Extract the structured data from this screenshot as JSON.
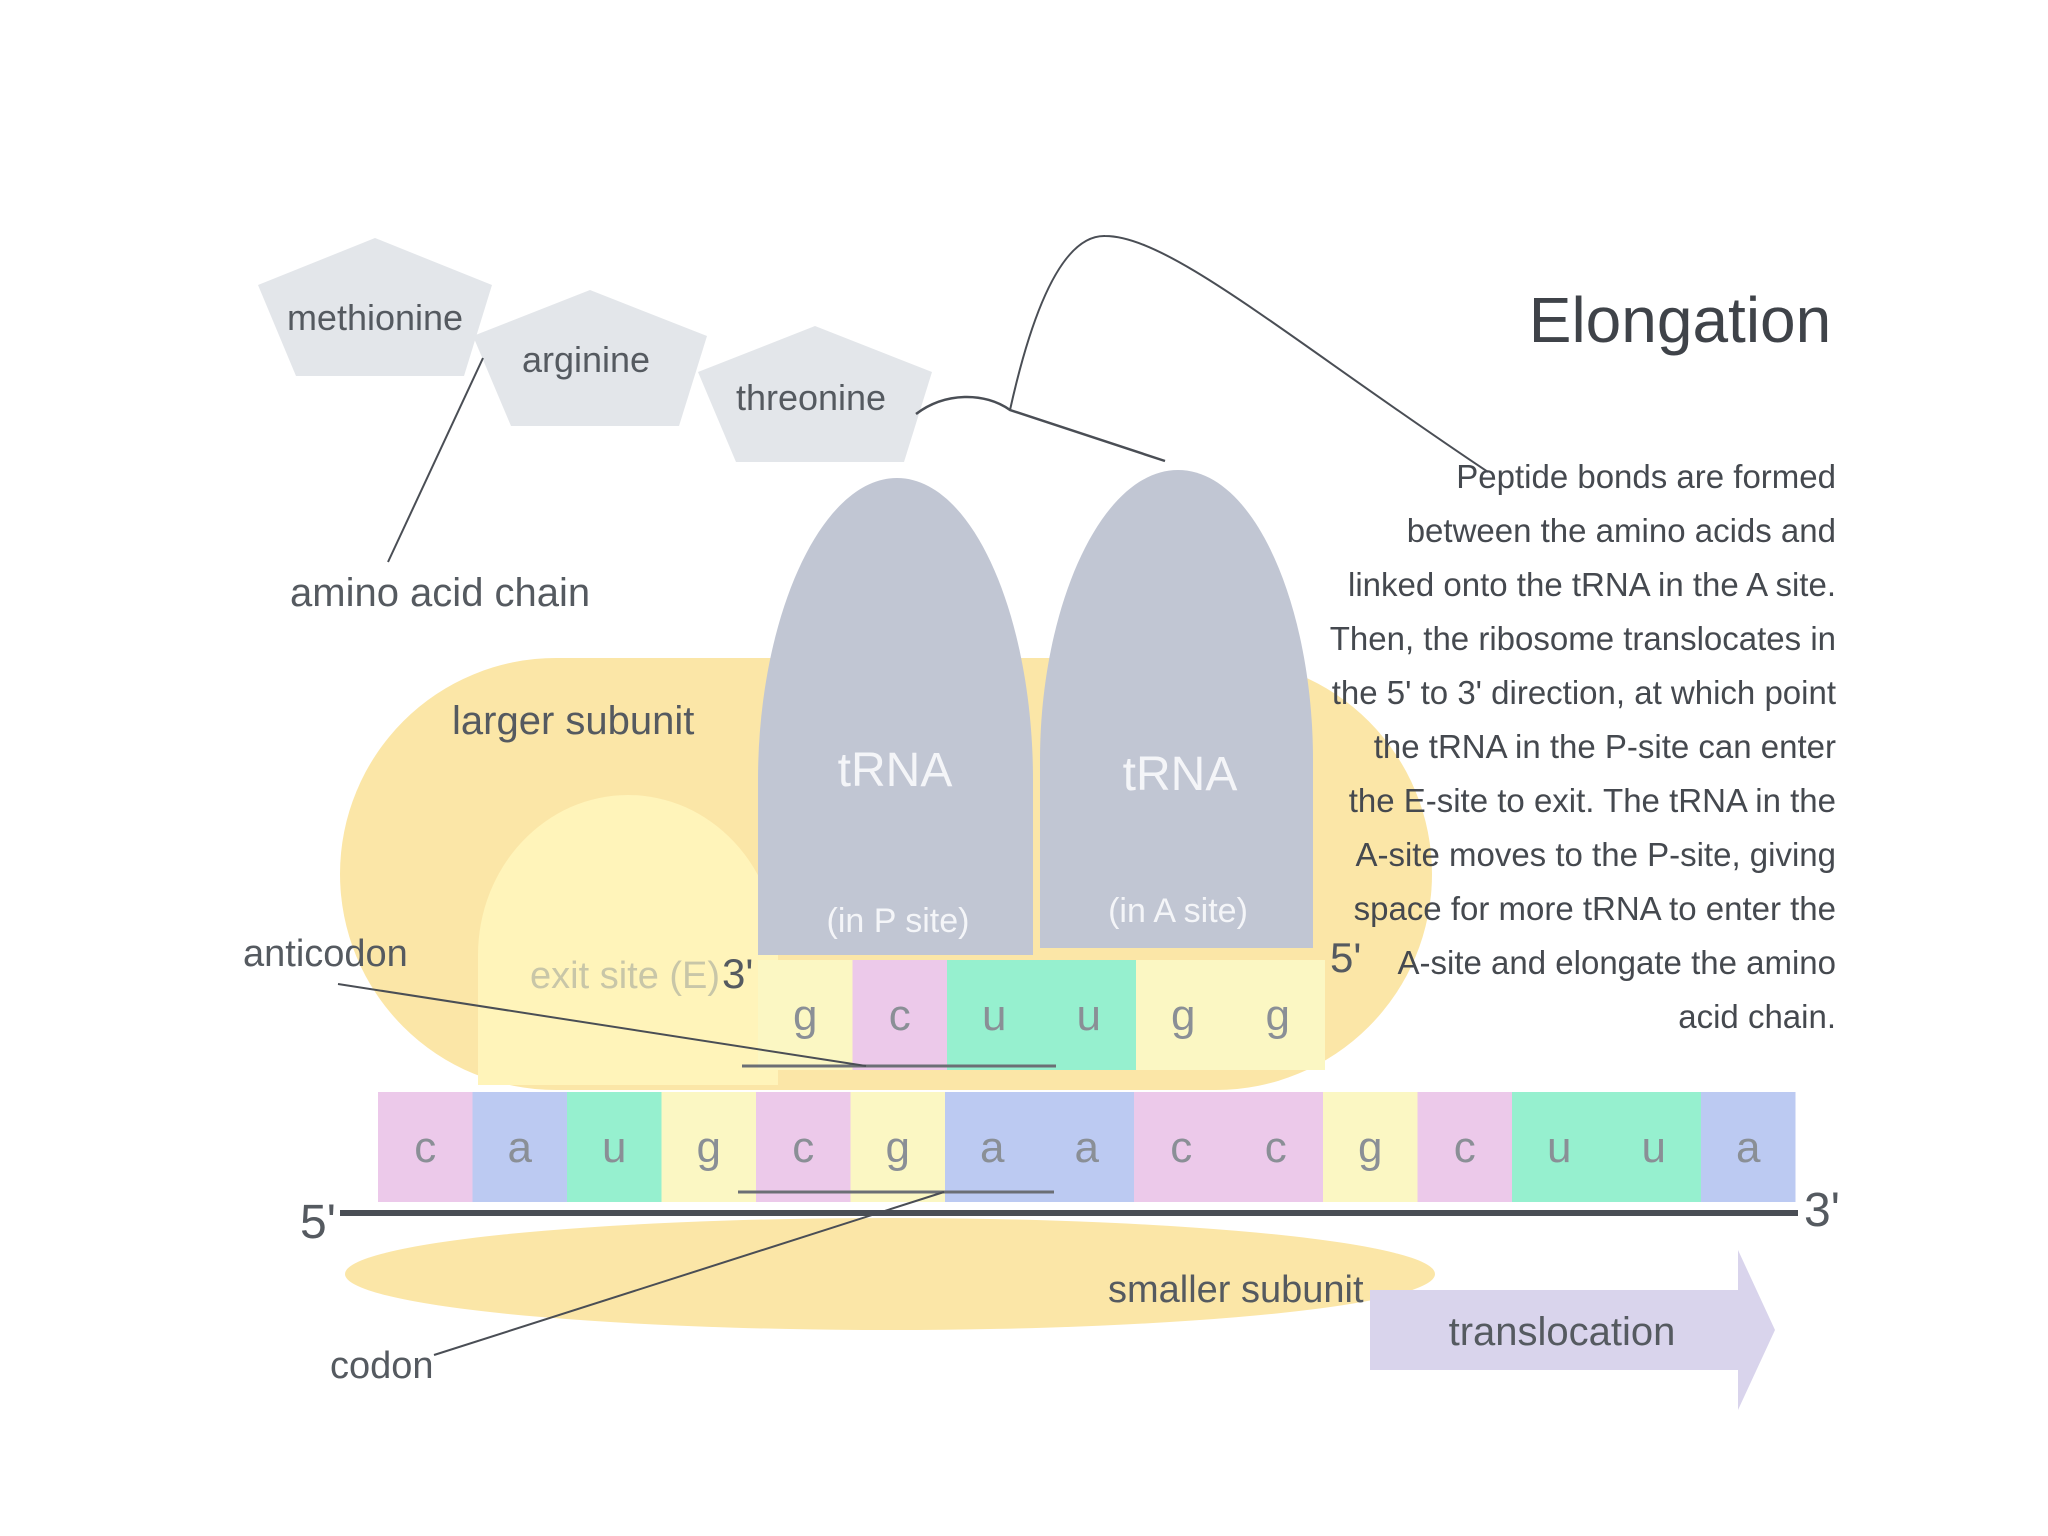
{
  "title": "Elongation",
  "description_lines": [
    "Peptide bonds are formed",
    "between the amino acids and",
    "linked onto the tRNA in the A site.",
    "Then, the ribosome translocates in",
    "the 5' to 3' direction, at which point",
    "the tRNA in the P-site can enter",
    "the E-site to exit. The tRNA in the",
    "A-site moves to the P-site, giving",
    "space for more tRNA to enter the",
    "A-site and elongate the amino",
    "acid chain."
  ],
  "amino_acids": [
    "methionine",
    "arginine",
    "threonine"
  ],
  "labels": {
    "amino_acid_chain": "amino acid chain",
    "larger_subunit": "larger subunit",
    "exit_site": "exit site (E)",
    "anticodon": "anticodon",
    "codon": "codon",
    "smaller_subunit": "smaller subunit",
    "translocation": "translocation",
    "trna_p": "tRNA",
    "trna_p_sub": "(in P site)",
    "trna_a": "tRNA",
    "trna_a_sub": "(in A site)",
    "trna_left_end": "3'",
    "trna_right_end": "5'",
    "mrna_left_end": "5'",
    "mrna_right_end": "3'"
  },
  "trna_bases": [
    "g",
    "c",
    "u",
    "u",
    "g",
    "g"
  ],
  "mrna_bases": [
    "c",
    "a",
    "u",
    "g",
    "c",
    "g",
    "a",
    "a",
    "c",
    "c",
    "g",
    "c",
    "u",
    "u",
    "a"
  ],
  "base_colors": {
    "c": "#ecc9ea",
    "a": "#bccaf2",
    "u": "#96f0cf",
    "g": "#fbf7c3"
  },
  "colors": {
    "ribosome": "#fbe6a7",
    "exit_site": "#fff4ba",
    "trna": "#c1c6d3",
    "amino_acid": "#e3e6ea",
    "translocation_arrow": "#d9d4ec"
  }
}
